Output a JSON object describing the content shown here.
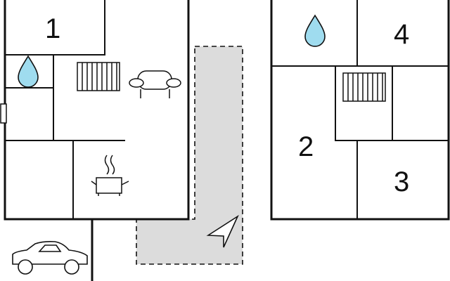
{
  "floorplan": {
    "room_labels": {
      "room_1": "1",
      "room_2": "2",
      "room_3": "3",
      "room_4": "4"
    },
    "colors": {
      "wall": "#111111",
      "water_drop": "#9fdcef",
      "terrace_fill": "#dcdcdc",
      "background": "#ffffff"
    },
    "icons": {
      "bathroom_left": "water-drop-icon",
      "bathroom_right": "water-drop-icon",
      "heater_left": "radiator-icon",
      "heater_right": "radiator-icon",
      "living": "sofa-icon",
      "kitchen": "cooking-pot-icon",
      "parking": "car-icon",
      "orientation": "compass-arrow-icon"
    }
  }
}
